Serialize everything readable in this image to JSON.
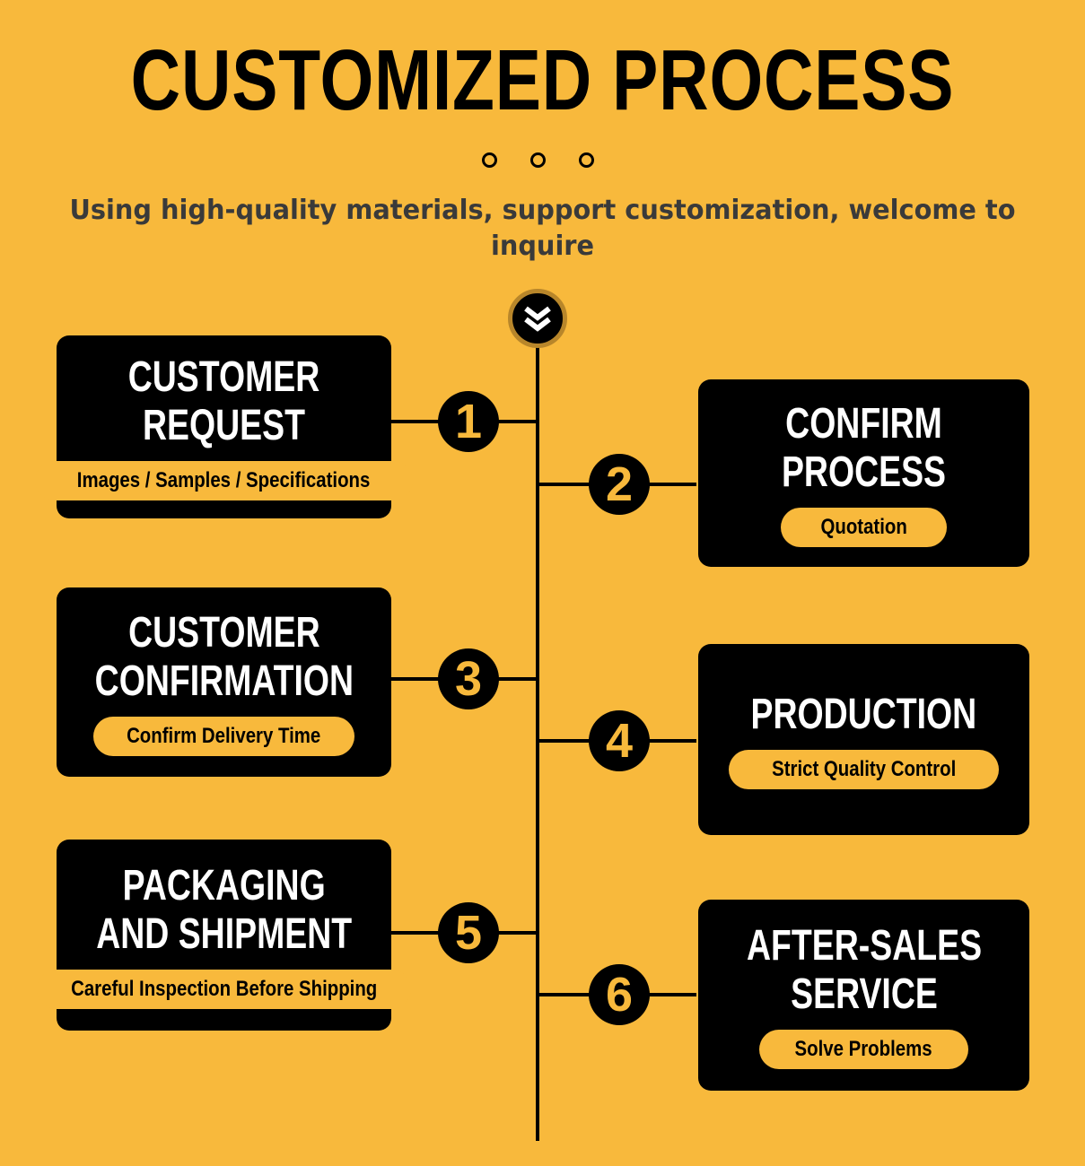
{
  "header": {
    "title": "CUSTOMIZED PROCESS",
    "subtitle": "Using high-quality materials, support customization, welcome to inquire"
  },
  "timeline": {
    "top_icon": "double-chevron-down-icon",
    "steps": [
      {
        "number": "1",
        "title": "CUSTOMER REQUEST",
        "detail": "Images / Samples / Specifications",
        "side": "left"
      },
      {
        "number": "2",
        "title": "CONFIRM PROCESS",
        "detail": "Quotation",
        "side": "right"
      },
      {
        "number": "3",
        "title": "CUSTOMER\nCONFIRMATION",
        "detail": "Confirm Delivery Time",
        "side": "left"
      },
      {
        "number": "4",
        "title": "PRODUCTION",
        "detail": "Strict Quality Control",
        "side": "right"
      },
      {
        "number": "5",
        "title": "PACKAGING\nAND SHIPMENT",
        "detail": "Careful Inspection Before Shipping",
        "side": "left"
      },
      {
        "number": "6",
        "title": "AFTER-SALES\nSERVICE",
        "detail": "Solve Problems",
        "side": "right"
      }
    ]
  },
  "colors": {
    "background": "#f8b93c",
    "card": "#000000",
    "text_light": "#ffffff"
  }
}
